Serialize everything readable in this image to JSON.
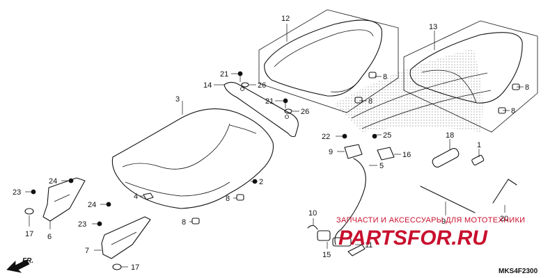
{
  "callouts": {
    "c1": "1",
    "c2": "2",
    "c3": "3",
    "c4": "4",
    "c5": "5",
    "c6": "6",
    "c7": "7",
    "c8a": "8",
    "c8b": "8",
    "c8c": "8",
    "c8d": "8",
    "c8e": "8",
    "c8f": "8",
    "c9a": "9",
    "c9b": "9",
    "c10": "10",
    "c11": "11",
    "c12": "12",
    "c13": "13",
    "c14": "14",
    "c15": "15",
    "c16": "16",
    "c17a": "17",
    "c17b": "17",
    "c18": "18",
    "c20": "20",
    "c21a": "21",
    "c21b": "21",
    "c22": "22",
    "c23a": "23",
    "c23b": "23",
    "c24a": "24",
    "c24b": "24",
    "c25": "25",
    "c26a": "26",
    "c26b": "26"
  },
  "direction_label": "FR.",
  "diagram_code": "MKS4F2300",
  "watermark": {
    "caption": "ЗАПЧАСТИ И АКСЕССУАРЫ ДЛЯ МОТОТЕХНИКИ",
    "logo": "PARTSFOR.RU"
  },
  "colors": {
    "line": "#111111",
    "watermark": "#c8102e",
    "background": "#ffffff"
  }
}
